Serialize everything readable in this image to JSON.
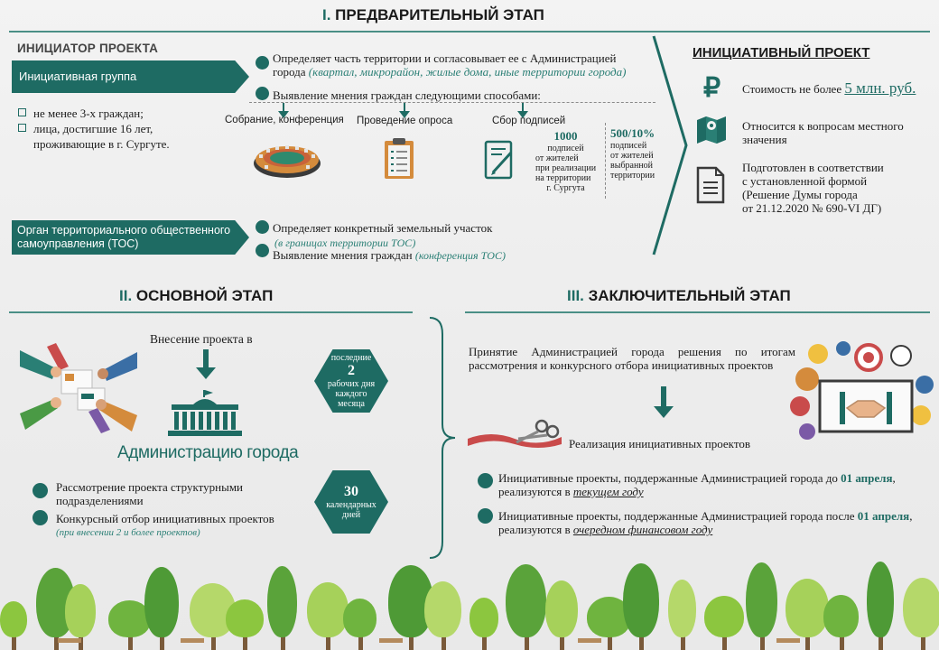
{
  "stage1": {
    "num": "I.",
    "title": " ПРЕДВАРИТЕЛЬНЫЙ ЭТАП",
    "initiator_header": "ИНИЦИАТОР ПРОЕКТА",
    "group_label": "Инициативная   группа",
    "group_reqs": [
      "не менее 3-х граждан;",
      "лица,  достигшие 16 лет,",
      "проживающие  в г. Сургуте."
    ],
    "bullet1_text": "Определяет  часть территории  и согласовывает ее с Администрацией города ",
    "bullet1_italic": "(квартал, микрорайон, жилые дома, иные территории города)",
    "bullet2_text": "Выявление  мнения граждан следующими способами:",
    "methods": [
      "Собрание, конференция",
      "Проведение опроса",
      "Сбор подписей"
    ],
    "sig1_num": "1000",
    "sig1_text": [
      "подписей",
      "от       жителей",
      "при  реализации",
      "на     территории",
      "г. Сургута"
    ],
    "sig2_num": "500/10%",
    "sig2_text": [
      "подписей",
      "от жителей",
      "выбранной",
      "территории"
    ],
    "tos_label": "Орган территориального  общественного самоуправления (ТОС)",
    "tos_bullet1": "Определяет конкретный земельный участок",
    "tos_bullet1_italic": "(в границах территории ТОС)",
    "tos_bullet2": "Выявление мнения граждан ",
    "tos_bullet2_italic": "(конференция ТОС)"
  },
  "project": {
    "title": "ИНИЦИАТИВНЫЙ  ПРОЕКТ",
    "cost_text": "Стоимость  не более ",
    "cost_value": "5 млн. руб.",
    "local_text": "Относится  к вопросам местного значения",
    "form_lines": [
      "Подготовлен  в соответствии",
      "с установленной формой",
      "(Решение Думы города",
      "от 21.12.2020 № 690-VI ДГ)"
    ]
  },
  "stage2": {
    "num": "II.",
    "title": " ОСНОВНОЙ ЭТАП",
    "submit_text": "Внесение проекта в",
    "admin_text": "Администрацию города",
    "hex1": {
      "top": "последние",
      "big": "2",
      "bottom": "рабочих дня каждого месяца"
    },
    "hex2": {
      "big": "30",
      "bottom": "календарных дней"
    },
    "review": "Рассмотрение проекта структурными подразделениями",
    "contest": "Конкурсный  отбор инициативных  проектов",
    "contest_italic": "(при внесении 2 и более проектов)"
  },
  "stage3": {
    "num": "III.",
    "title": " ЗАКЛЮЧИТЕЛЬНЫЙ ЭТАП",
    "decision": "Принятие Администрацией города решения по итогам рассмотрения и конкурсного отбора инициативных проектов",
    "implementation": "Реализация инициативных  проектов",
    "before_text": "Инициативные проекты, поддержанные Администрацией города до ",
    "before_bold": "01 апреля",
    "before_mid": ", реализуются в ",
    "before_italic": "текущем году",
    "after_text": "Инициативные проекты, поддержанные Администрацией города после ",
    "after_bold": "01 апреля",
    "after_mid": ", реализуются в ",
    "after_italic": "очередном финансовом году"
  },
  "colors": {
    "accent": "#1e6b63",
    "accent_light": "#2a7f75"
  }
}
